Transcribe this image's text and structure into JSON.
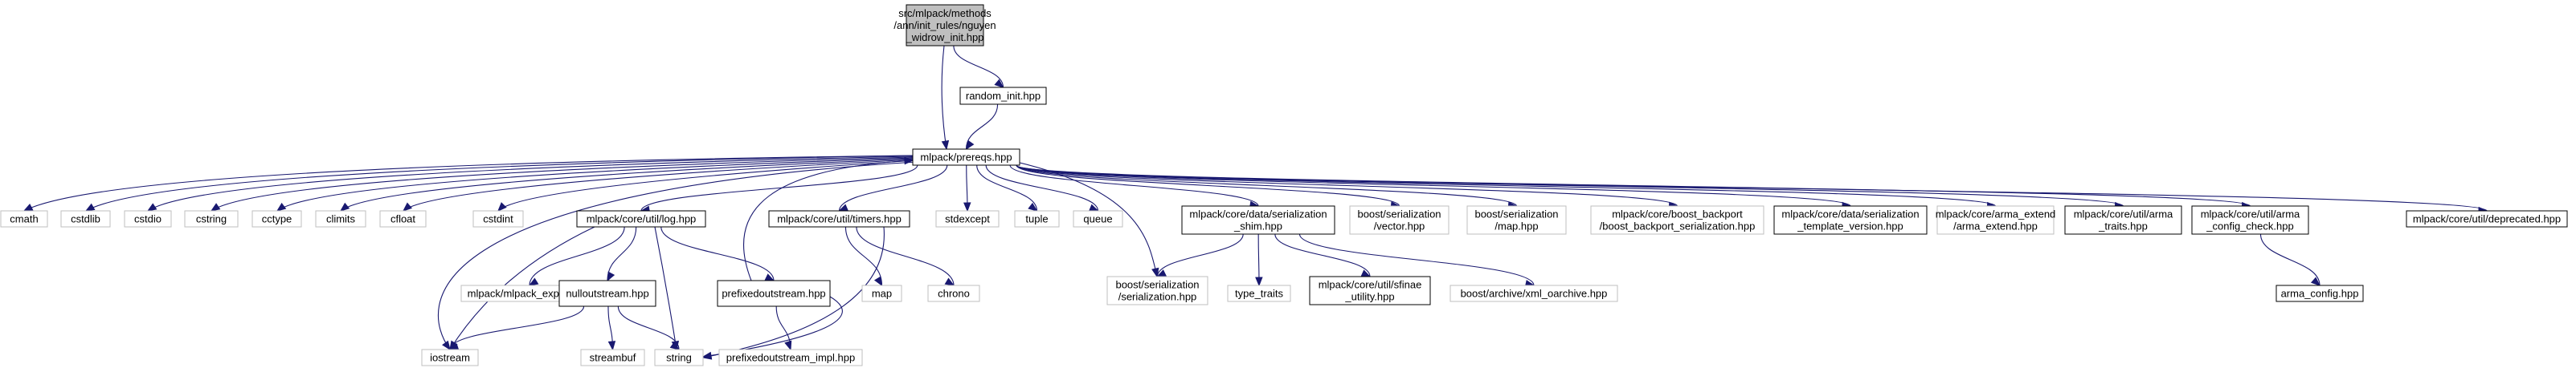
{
  "diagram": {
    "type": "include-dependency-graph",
    "colors": {
      "edge": "#191970",
      "root_fill": "#bfbfbf",
      "documented_border": "#000000",
      "undocumented_border": "#bfbfbf",
      "node_fill": "#ffffff"
    },
    "nodes": [
      {
        "id": "root",
        "lines": [
          "src/mlpack/methods",
          "/ann/init_rules/nguyen",
          "_widrow_init.hpp"
        ],
        "style": "root"
      },
      {
        "id": "random_init",
        "lines": [
          "random_init.hpp"
        ],
        "style": "documented"
      },
      {
        "id": "prereqs",
        "lines": [
          "mlpack/prereqs.hpp"
        ],
        "style": "documented"
      },
      {
        "id": "cmath",
        "lines": [
          "cmath"
        ],
        "style": "external"
      },
      {
        "id": "cstdlib",
        "lines": [
          "cstdlib"
        ],
        "style": "external"
      },
      {
        "id": "cstdio",
        "lines": [
          "cstdio"
        ],
        "style": "external"
      },
      {
        "id": "cstring",
        "lines": [
          "cstring"
        ],
        "style": "external"
      },
      {
        "id": "cctype",
        "lines": [
          "cctype"
        ],
        "style": "external"
      },
      {
        "id": "climits",
        "lines": [
          "climits"
        ],
        "style": "external"
      },
      {
        "id": "cfloat",
        "lines": [
          "cfloat"
        ],
        "style": "external"
      },
      {
        "id": "cstdint",
        "lines": [
          "cstdint"
        ],
        "style": "external"
      },
      {
        "id": "log",
        "lines": [
          "mlpack/core/util/log.hpp"
        ],
        "style": "documented"
      },
      {
        "id": "timers",
        "lines": [
          "mlpack/core/util/timers.hpp"
        ],
        "style": "documented"
      },
      {
        "id": "stdexcept",
        "lines": [
          "stdexcept"
        ],
        "style": "external"
      },
      {
        "id": "tuple",
        "lines": [
          "tuple"
        ],
        "style": "external"
      },
      {
        "id": "queue",
        "lines": [
          "queue"
        ],
        "style": "external"
      },
      {
        "id": "shim",
        "lines": [
          "mlpack/core/data/serialization",
          "_shim.hpp"
        ],
        "style": "documented"
      },
      {
        "id": "boost_vector",
        "lines": [
          "boost/serialization",
          "/vector.hpp"
        ],
        "style": "external"
      },
      {
        "id": "boost_map",
        "lines": [
          "boost/serialization",
          "/map.hpp"
        ],
        "style": "external"
      },
      {
        "id": "boost_backport",
        "lines": [
          "mlpack/core/boost_backport",
          "/boost_backport_serialization.hpp"
        ],
        "style": "external"
      },
      {
        "id": "template_version",
        "lines": [
          "mlpack/core/data/serialization",
          "_template_version.hpp"
        ],
        "style": "documented"
      },
      {
        "id": "arma_extend",
        "lines": [
          "mlpack/core/arma_extend",
          "/arma_extend.hpp"
        ],
        "style": "external"
      },
      {
        "id": "arma_traits",
        "lines": [
          "mlpack/core/util/arma",
          "_traits.hpp"
        ],
        "style": "documented"
      },
      {
        "id": "arma_config_check",
        "lines": [
          "mlpack/core/util/arma",
          "_config_check.hpp"
        ],
        "style": "documented"
      },
      {
        "id": "deprecated",
        "lines": [
          "mlpack/core/util/deprecated.hpp"
        ],
        "style": "documented"
      },
      {
        "id": "iostream",
        "lines": [
          "iostream"
        ],
        "style": "external"
      },
      {
        "id": "mlpack_export",
        "lines": [
          "mlpack/mlpack_export.hpp"
        ],
        "style": "external"
      },
      {
        "id": "nulloutstream",
        "lines": [
          "nulloutstream.hpp"
        ],
        "style": "documented"
      },
      {
        "id": "prefixedoutstream",
        "lines": [
          "prefixedoutstream.hpp"
        ],
        "style": "documented"
      },
      {
        "id": "string",
        "lines": [
          "string"
        ],
        "style": "external"
      },
      {
        "id": "streambuf",
        "lines": [
          "streambuf"
        ],
        "style": "external"
      },
      {
        "id": "prefixed_impl",
        "lines": [
          "prefixedoutstream_impl.hpp"
        ],
        "style": "external"
      },
      {
        "id": "map",
        "lines": [
          "map"
        ],
        "style": "external"
      },
      {
        "id": "chrono",
        "lines": [
          "chrono"
        ],
        "style": "external"
      },
      {
        "id": "boost_serialization",
        "lines": [
          "boost/serialization",
          "/serialization.hpp"
        ],
        "style": "external"
      },
      {
        "id": "type_traits",
        "lines": [
          "type_traits"
        ],
        "style": "external"
      },
      {
        "id": "sfinae",
        "lines": [
          "mlpack/core/util/sfinae",
          "_utility.hpp"
        ],
        "style": "documented"
      },
      {
        "id": "xml_oarchive",
        "lines": [
          "boost/archive/xml_oarchive.hpp"
        ],
        "style": "external"
      },
      {
        "id": "arma_config",
        "lines": [
          "arma_config.hpp"
        ],
        "style": "documented"
      }
    ],
    "edges": [
      [
        "root",
        "random_init"
      ],
      [
        "root",
        "prereqs"
      ],
      [
        "random_init",
        "prereqs"
      ],
      [
        "prereqs",
        "cmath"
      ],
      [
        "prereqs",
        "cstdlib"
      ],
      [
        "prereqs",
        "cstdio"
      ],
      [
        "prereqs",
        "cstring"
      ],
      [
        "prereqs",
        "cctype"
      ],
      [
        "prereqs",
        "climits"
      ],
      [
        "prereqs",
        "cfloat"
      ],
      [
        "prereqs",
        "cstdint"
      ],
      [
        "prereqs",
        "iostream"
      ],
      [
        "prereqs",
        "log"
      ],
      [
        "prereqs",
        "timers"
      ],
      [
        "prereqs",
        "stdexcept"
      ],
      [
        "prereqs",
        "tuple"
      ],
      [
        "prereqs",
        "queue"
      ],
      [
        "prereqs",
        "boost_serialization"
      ],
      [
        "prereqs",
        "shim"
      ],
      [
        "prereqs",
        "boost_vector"
      ],
      [
        "prereqs",
        "boost_map"
      ],
      [
        "prereqs",
        "boost_backport"
      ],
      [
        "prereqs",
        "template_version"
      ],
      [
        "prereqs",
        "arma_extend"
      ],
      [
        "prereqs",
        "arma_traits"
      ],
      [
        "prereqs",
        "arma_config_check"
      ],
      [
        "prereqs",
        "deprecated"
      ],
      [
        "log",
        "iostream"
      ],
      [
        "log",
        "mlpack_export"
      ],
      [
        "log",
        "nulloutstream"
      ],
      [
        "log",
        "prefixedoutstream"
      ],
      [
        "log",
        "string"
      ],
      [
        "nulloutstream",
        "iostream"
      ],
      [
        "nulloutstream",
        "streambuf"
      ],
      [
        "nulloutstream",
        "string"
      ],
      [
        "prefixedoutstream",
        "prereqs"
      ],
      [
        "prefixedoutstream",
        "string"
      ],
      [
        "prefixedoutstream",
        "prefixed_impl"
      ],
      [
        "timers",
        "map"
      ],
      [
        "timers",
        "chrono"
      ],
      [
        "timers",
        "string"
      ],
      [
        "shim",
        "boost_serialization"
      ],
      [
        "shim",
        "type_traits"
      ],
      [
        "shim",
        "sfinae"
      ],
      [
        "shim",
        "xml_oarchive"
      ],
      [
        "arma_config_check",
        "arma_config"
      ]
    ]
  }
}
